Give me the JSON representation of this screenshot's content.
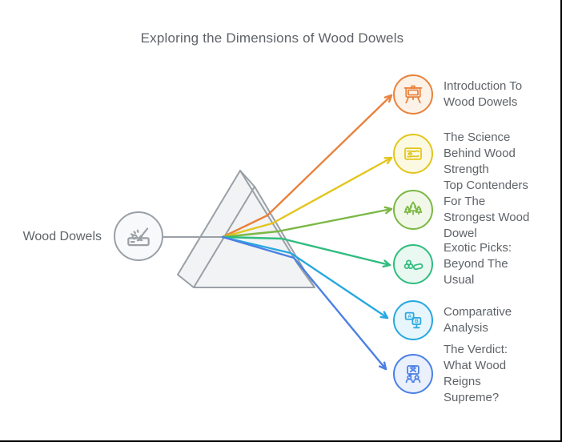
{
  "title": "Exploring the Dimensions of Wood Dowels",
  "text_color": "#5f6368",
  "frame": {
    "edge_border_color": "#000000",
    "background": "#ffffff"
  },
  "source": {
    "label": "Wood Dowels",
    "icon": "wood-carving-icon",
    "color": "#9aa0a6",
    "fill": "#f8f9fa"
  },
  "prism": {
    "icon": "prism-shape",
    "fill": "#f2f3f4",
    "stroke": "#9aa0a6"
  },
  "topics": [
    {
      "label": "Introduction To\nWood Dowels",
      "icon": "easel-icon",
      "color": "#e8823c",
      "fill": "#fdf2e7"
    },
    {
      "label": "The Science\nBehind Wood\nStrength",
      "icon": "wood-grain-icon",
      "color": "#e3c51c",
      "fill": "#fcf9e3"
    },
    {
      "label": "Top Contenders\nFor The\nStrongest Wood\nDowel",
      "icon": "pine-trees-icon",
      "color": "#7bb844",
      "fill": "#f2f8e9"
    },
    {
      "label": "Exotic Picks:\nBeyond The\nUsual",
      "icon": "stacked-dowels-icon",
      "color": "#2fbd7f",
      "fill": "#e9f8f0"
    },
    {
      "label": "Comparative\nAnalysis",
      "icon": "ab-comparison-icon",
      "color": "#27a8e0",
      "fill": "#e7f5fc"
    },
    {
      "label": "The Verdict:\nWhat Wood\nReigns\nSupreme?",
      "icon": "verdict-discussion-icon",
      "color": "#4b80e4",
      "fill": "#eaf0fc"
    }
  ]
}
